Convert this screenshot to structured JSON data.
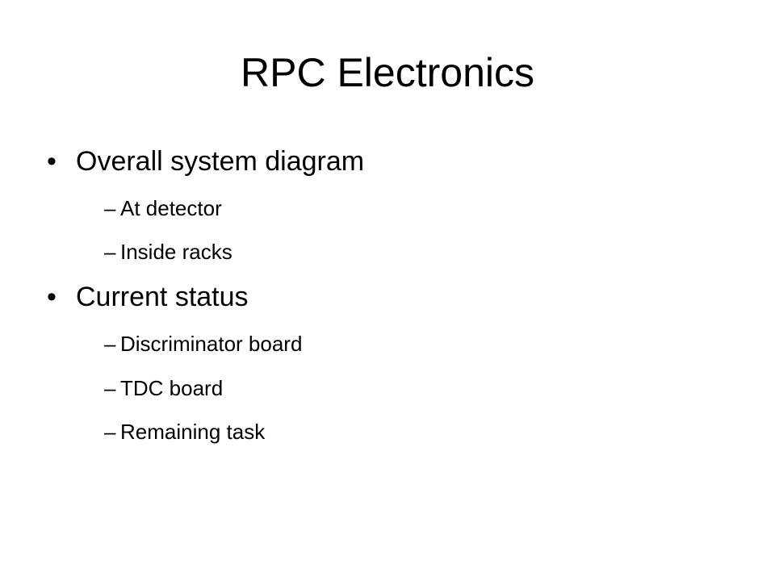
{
  "slide": {
    "title": "RPC Electronics",
    "bullet_marker": "•",
    "sub_marker": "–",
    "items": [
      {
        "text": "Overall system diagram"
      },
      {
        "text": "At detector"
      },
      {
        "text": "Inside racks"
      },
      {
        "text": "Current status"
      },
      {
        "text": "Discriminator board"
      },
      {
        "text": "TDC board"
      },
      {
        "text": "Remaining task"
      }
    ]
  }
}
